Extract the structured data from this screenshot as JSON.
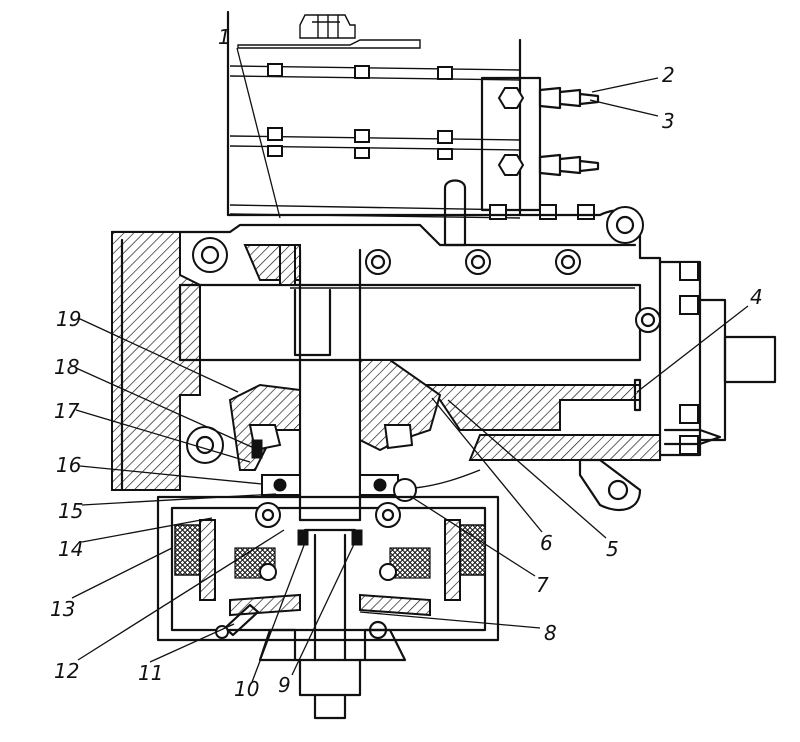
{
  "figure": {
    "callouts": [
      {
        "id": "1",
        "label": "1"
      },
      {
        "id": "2",
        "label": "2"
      },
      {
        "id": "3",
        "label": "3"
      },
      {
        "id": "4",
        "label": "4"
      },
      {
        "id": "5",
        "label": "5"
      },
      {
        "id": "6",
        "label": "6"
      },
      {
        "id": "7",
        "label": "7"
      },
      {
        "id": "8",
        "label": "8"
      },
      {
        "id": "9",
        "label": "9"
      },
      {
        "id": "10",
        "label": "10"
      },
      {
        "id": "11",
        "label": "11"
      },
      {
        "id": "12",
        "label": "12"
      },
      {
        "id": "13",
        "label": "13"
      },
      {
        "id": "14",
        "label": "14"
      },
      {
        "id": "15",
        "label": "15"
      },
      {
        "id": "16",
        "label": "16"
      },
      {
        "id": "17",
        "label": "17"
      },
      {
        "id": "18",
        "label": "18"
      },
      {
        "id": "19",
        "label": "19"
      }
    ]
  }
}
